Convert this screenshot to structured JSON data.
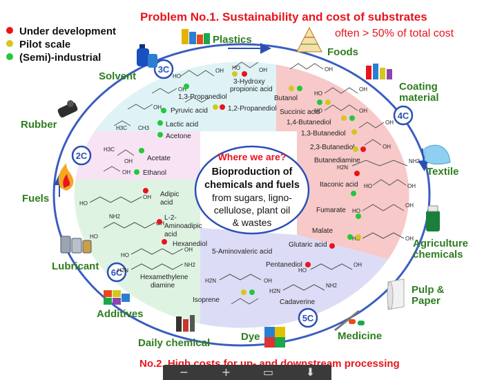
{
  "header": {
    "problem1": "Problem No.1. Sustainability and cost of substrates",
    "problem1_sub": "often > 50% of total cost",
    "problem2": "No.2. High costs for up- and downstream processing"
  },
  "legend": {
    "items": [
      {
        "label": "Under development",
        "color": "#e8141c"
      },
      {
        "label": "Pilot scale",
        "color": "#d2c81e"
      },
      {
        "label": "(Semi)-industrial",
        "color": "#22c93a"
      }
    ]
  },
  "center": {
    "title": "Where we are?",
    "line1": "Bioproduction of",
    "line2": "chemicals and fuels",
    "line3": "from sugars, ligno-",
    "line4": "cellulose, plant oil",
    "line5": "& wastes"
  },
  "badges": {
    "c2": "2C",
    "c3": "3C",
    "c4": "4C",
    "c5": "5C",
    "c6": "6C"
  },
  "applications": {
    "plastics": "Plastics",
    "foods": "Foods",
    "coating1": "Coating",
    "coating2": "material",
    "textile": "Textile",
    "agri1": "Agriculture",
    "agri2": "chemicals",
    "pulp1": "Pulp &",
    "pulp2": "Paper",
    "medicine": "Medicine",
    "dye": "Dye",
    "daily": "Daily chemical",
    "additives": "Additives",
    "lubricant": "Lubricant",
    "fuels": "Fuels",
    "rubber": "Rubber",
    "solvent": "Solvent"
  },
  "chemicals": {
    "c3_hpa1": "3-Hydroxy",
    "c3_hpa2": "propionic acid",
    "c3_13pdo": "1,3-Propanediol",
    "c3_12pdo": "1,2-Propanediol",
    "c3_pyruvic": "Pyruvic acid",
    "c3_lactic": "Lactic acid",
    "c3_acetone": "Acetone",
    "c2_acetate": "Acetate",
    "c2_ethanol": "Ethanol",
    "c4_butanol": "Butanol",
    "c4_succinic": "Succinic acid",
    "c4_14bdo": "1,4-Butanediol",
    "c4_13bdo": "1,3-Butanediol",
    "c4_23bdo": "2,3-Butanediol",
    "c4_butanediamine": "Butanediamine",
    "c4_itaconic": "Itaconic acid",
    "c4_fumarate": "Fumarate",
    "c4_malate": "Malate",
    "c5_glutaric": "Glutaric acid",
    "c5_pentanediol": "Pentanediol",
    "c5_ava": "5-Aminovaleric acid",
    "c5_isoprene": "Isoprene",
    "c5_cadaverine": "Cadaverine",
    "c6_adipic1": "Adipic",
    "c6_adipic2": "acid",
    "c6_aaa1": "L-2-",
    "c6_aaa2": "Aminoadipic",
    "c6_aaa3": "acid",
    "c6_hexanediol": "Hexanediol",
    "c6_hmd1": "Hexamethylene",
    "c6_hmd2": "diamine"
  },
  "atoms": {
    "oh": "OH",
    "ho": "HO",
    "o": "O",
    "nh2": "NH2",
    "h2n": "H2N",
    "h3c": "H3C",
    "ch3": "CH3"
  },
  "colors": {
    "red": "#e8141c",
    "yellow": "#d2c81e",
    "green": "#22c93a",
    "blue_ring": "#3a5dbf",
    "title_red": "#e8141c",
    "app_green": "#2e7d1f",
    "c3_bg": "#dff3f6",
    "c2_bg": "#f7e3f3",
    "c4_bg": "#f7c9c9",
    "c5_bg": "#dcdcf6",
    "c6_bg": "#dff3e3"
  },
  "toolbar": {
    "zoom_out": "−",
    "zoom_in": "+",
    "fit": "▭",
    "download": "⬇"
  }
}
